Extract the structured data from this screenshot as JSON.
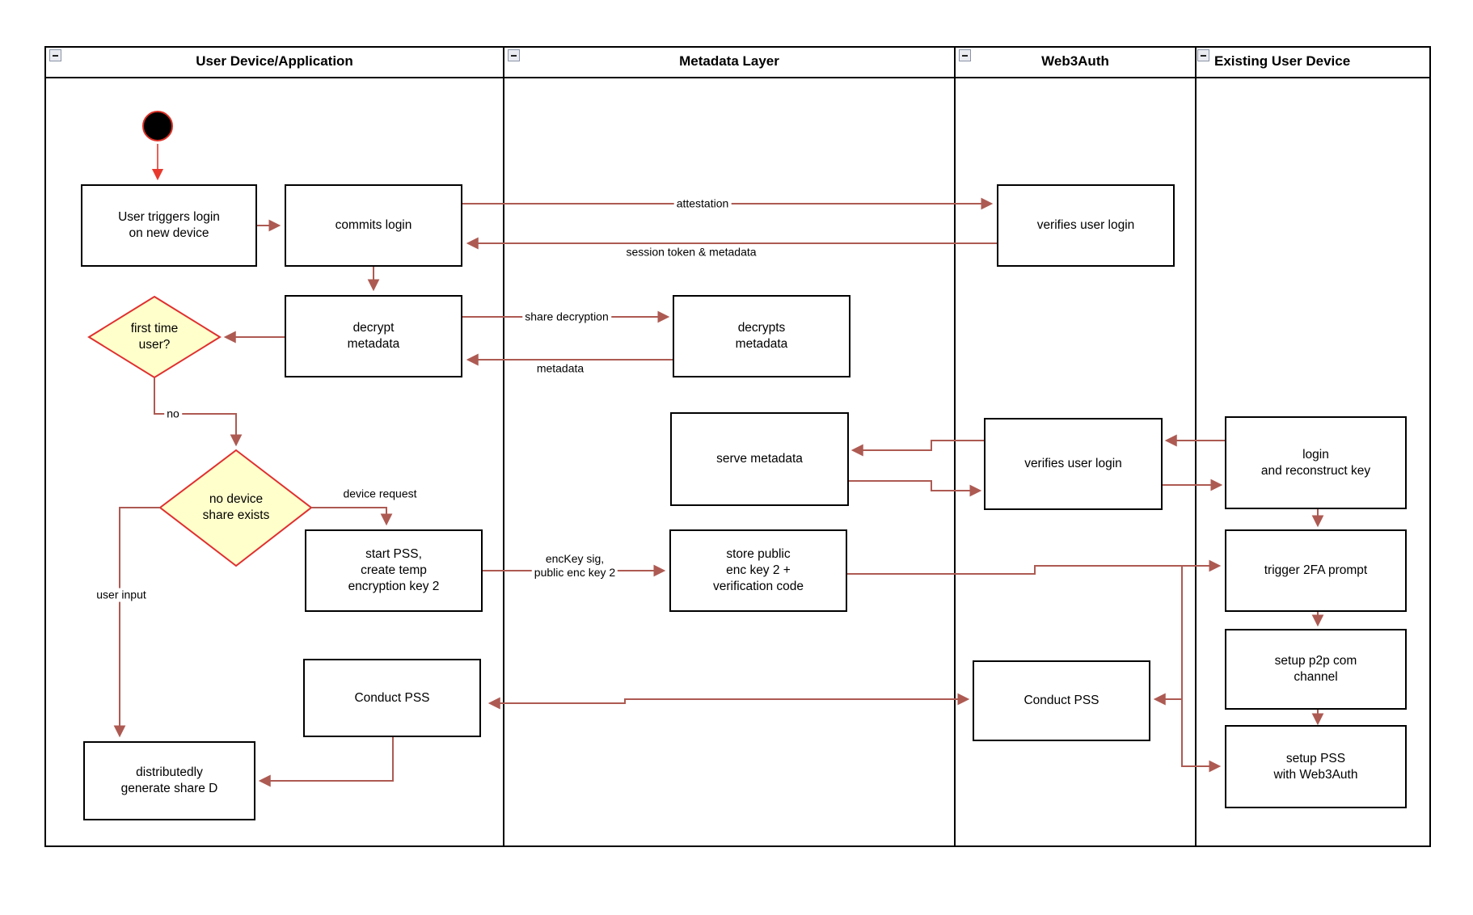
{
  "diagram": {
    "lanes": [
      {
        "title": "User Device/Application"
      },
      {
        "title": "Metadata Layer"
      },
      {
        "title": "Web3Auth"
      },
      {
        "title": "Existing User Device"
      }
    ],
    "nodes": {
      "user_triggers": {
        "label": "User triggers login\non new device"
      },
      "commits_login": {
        "label": "commits login"
      },
      "verifies_login_1": {
        "label": "verifies user login"
      },
      "decrypt_metadata": {
        "label": "decrypt\nmetadata"
      },
      "decrypts_metadata": {
        "label": "decrypts\nmetadata"
      },
      "first_time_user": {
        "label": "first time\nuser?"
      },
      "serve_metadata": {
        "label": "serve metadata"
      },
      "verifies_login_2": {
        "label": "verifies user login"
      },
      "login_reconstruct": {
        "label": "login\nand reconstruct key"
      },
      "no_device_share": {
        "label": "no device\nshare exists"
      },
      "start_pss": {
        "label": "start PSS,\ncreate temp\nencryption key 2"
      },
      "store_public_key": {
        "label": "store public\nenc key 2 +\nverification code"
      },
      "trigger_2fa": {
        "label": "trigger 2FA prompt"
      },
      "setup_p2p": {
        "label": "setup p2p com\nchannel"
      },
      "conduct_pss_device": {
        "label": "Conduct PSS"
      },
      "conduct_pss_web3auth": {
        "label": "Conduct PSS"
      },
      "setup_pss": {
        "label": "setup PSS\nwith Web3Auth"
      },
      "generate_share_d": {
        "label": "distributedly\ngenerate share D"
      }
    },
    "edge_labels": {
      "attestation": "attestation",
      "session_token": "session token & metadata",
      "share_decryption": "share decryption",
      "metadata": "metadata",
      "no": "no",
      "device_request": "device request",
      "enckey_sig": "encKey sig,\npublic enc key 2",
      "user_input": "user input"
    },
    "colors": {
      "arrow": "#ad5a52",
      "start_arrow": "#e8392e",
      "decision_fill": "#ffffcc",
      "decision_border": "#e02f2f",
      "node_border": "#000000",
      "lane_border": "#000000"
    }
  }
}
